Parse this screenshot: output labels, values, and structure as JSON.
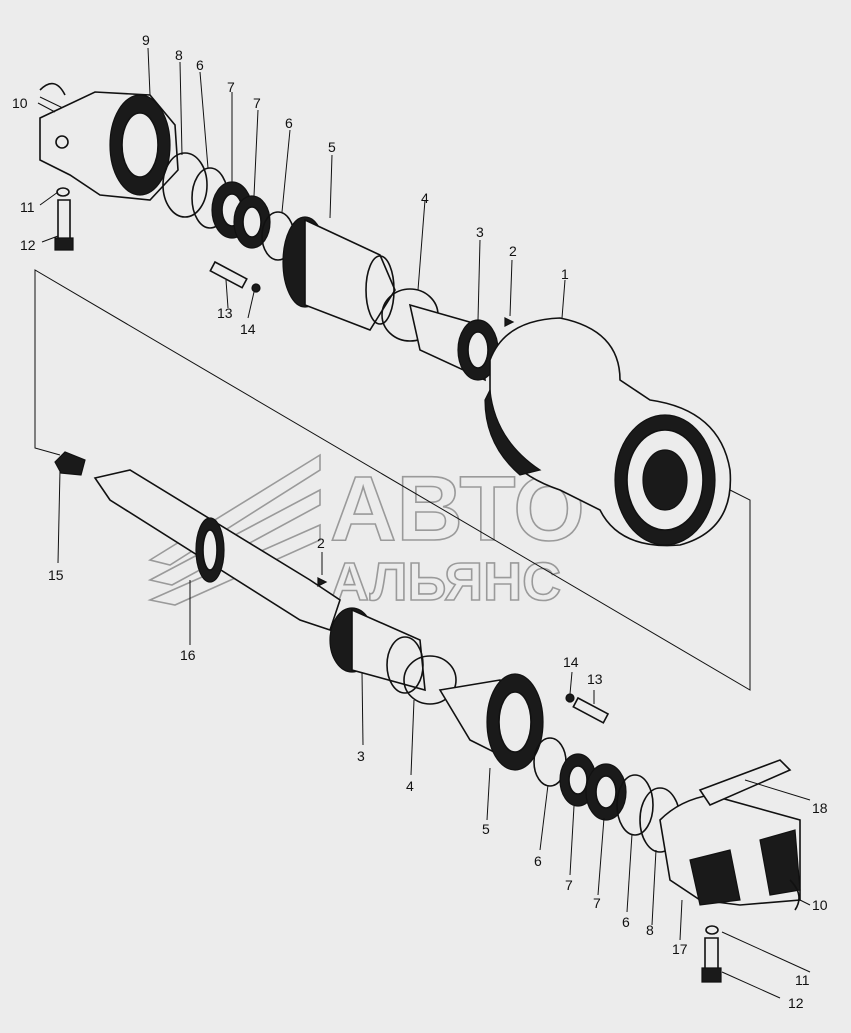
{
  "watermark": {
    "line1": "АВТО",
    "line2": "АЛЬЯНС"
  },
  "callouts": [
    "1",
    "2",
    "3",
    "4",
    "5",
    "6",
    "7",
    "8",
    "9",
    "10",
    "11",
    "12",
    "13",
    "14",
    "15",
    "16",
    "17",
    "18"
  ],
  "labels": [
    {
      "key": "9a",
      "text": "9"
    },
    {
      "key": "8a",
      "text": "8"
    },
    {
      "key": "6a",
      "text": "6"
    },
    {
      "key": "7a",
      "text": "7"
    },
    {
      "key": "7b",
      "text": "7"
    },
    {
      "key": "6b",
      "text": "6"
    },
    {
      "key": "5a",
      "text": "5"
    },
    {
      "key": "4a",
      "text": "4"
    },
    {
      "key": "3a",
      "text": "3"
    },
    {
      "key": "2a",
      "text": "2"
    },
    {
      "key": "1a",
      "text": "1"
    },
    {
      "key": "10a",
      "text": "10"
    },
    {
      "key": "11a",
      "text": "11"
    },
    {
      "key": "12a",
      "text": "12"
    },
    {
      "key": "13a",
      "text": "13"
    },
    {
      "key": "14a",
      "text": "14"
    },
    {
      "key": "15a",
      "text": "15"
    },
    {
      "key": "16a",
      "text": "16"
    },
    {
      "key": "2b",
      "text": "2"
    },
    {
      "key": "3b",
      "text": "3"
    },
    {
      "key": "4b",
      "text": "4"
    },
    {
      "key": "5b",
      "text": "5"
    },
    {
      "key": "14b",
      "text": "14"
    },
    {
      "key": "13b",
      "text": "13"
    },
    {
      "key": "6c",
      "text": "6"
    },
    {
      "key": "7c",
      "text": "7"
    },
    {
      "key": "7d",
      "text": "7"
    },
    {
      "key": "6d",
      "text": "6"
    },
    {
      "key": "8b",
      "text": "8"
    },
    {
      "key": "17a",
      "text": "17"
    },
    {
      "key": "18a",
      "text": "18"
    },
    {
      "key": "10b",
      "text": "10"
    },
    {
      "key": "11b",
      "text": "11"
    },
    {
      "key": "12b",
      "text": "12"
    }
  ]
}
